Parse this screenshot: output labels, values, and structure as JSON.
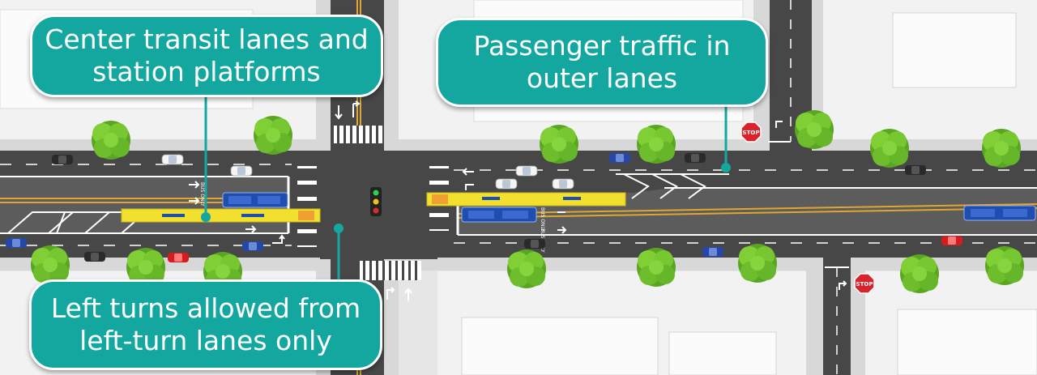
{
  "callouts": {
    "transit_lines": [
      "Center transit lanes and",
      "station platforms"
    ],
    "traffic_lines": [
      "Passenger traffic in",
      "outer lanes"
    ],
    "turns_lines": [
      "Left turns allowed from",
      "left-turn lanes only"
    ]
  },
  "signs": {
    "stop": "STOP"
  },
  "pavement": {
    "bus_only": "BUS ONLY"
  },
  "colors": {
    "callout": "#14a7a0",
    "road": "#474747",
    "transit_lane": "#5a5a5a",
    "platform": "#f2df2e",
    "bus": "#1f4fae",
    "tree": "#6cbf2a",
    "block": "#f4f4f4",
    "sidewalk": "#d8d8d8"
  },
  "icons": [
    "stop-sign-icon",
    "traffic-light-icon",
    "tree-icon",
    "bus-icon",
    "car-icon",
    "turn-arrow-icon",
    "crosswalk-icon"
  ]
}
